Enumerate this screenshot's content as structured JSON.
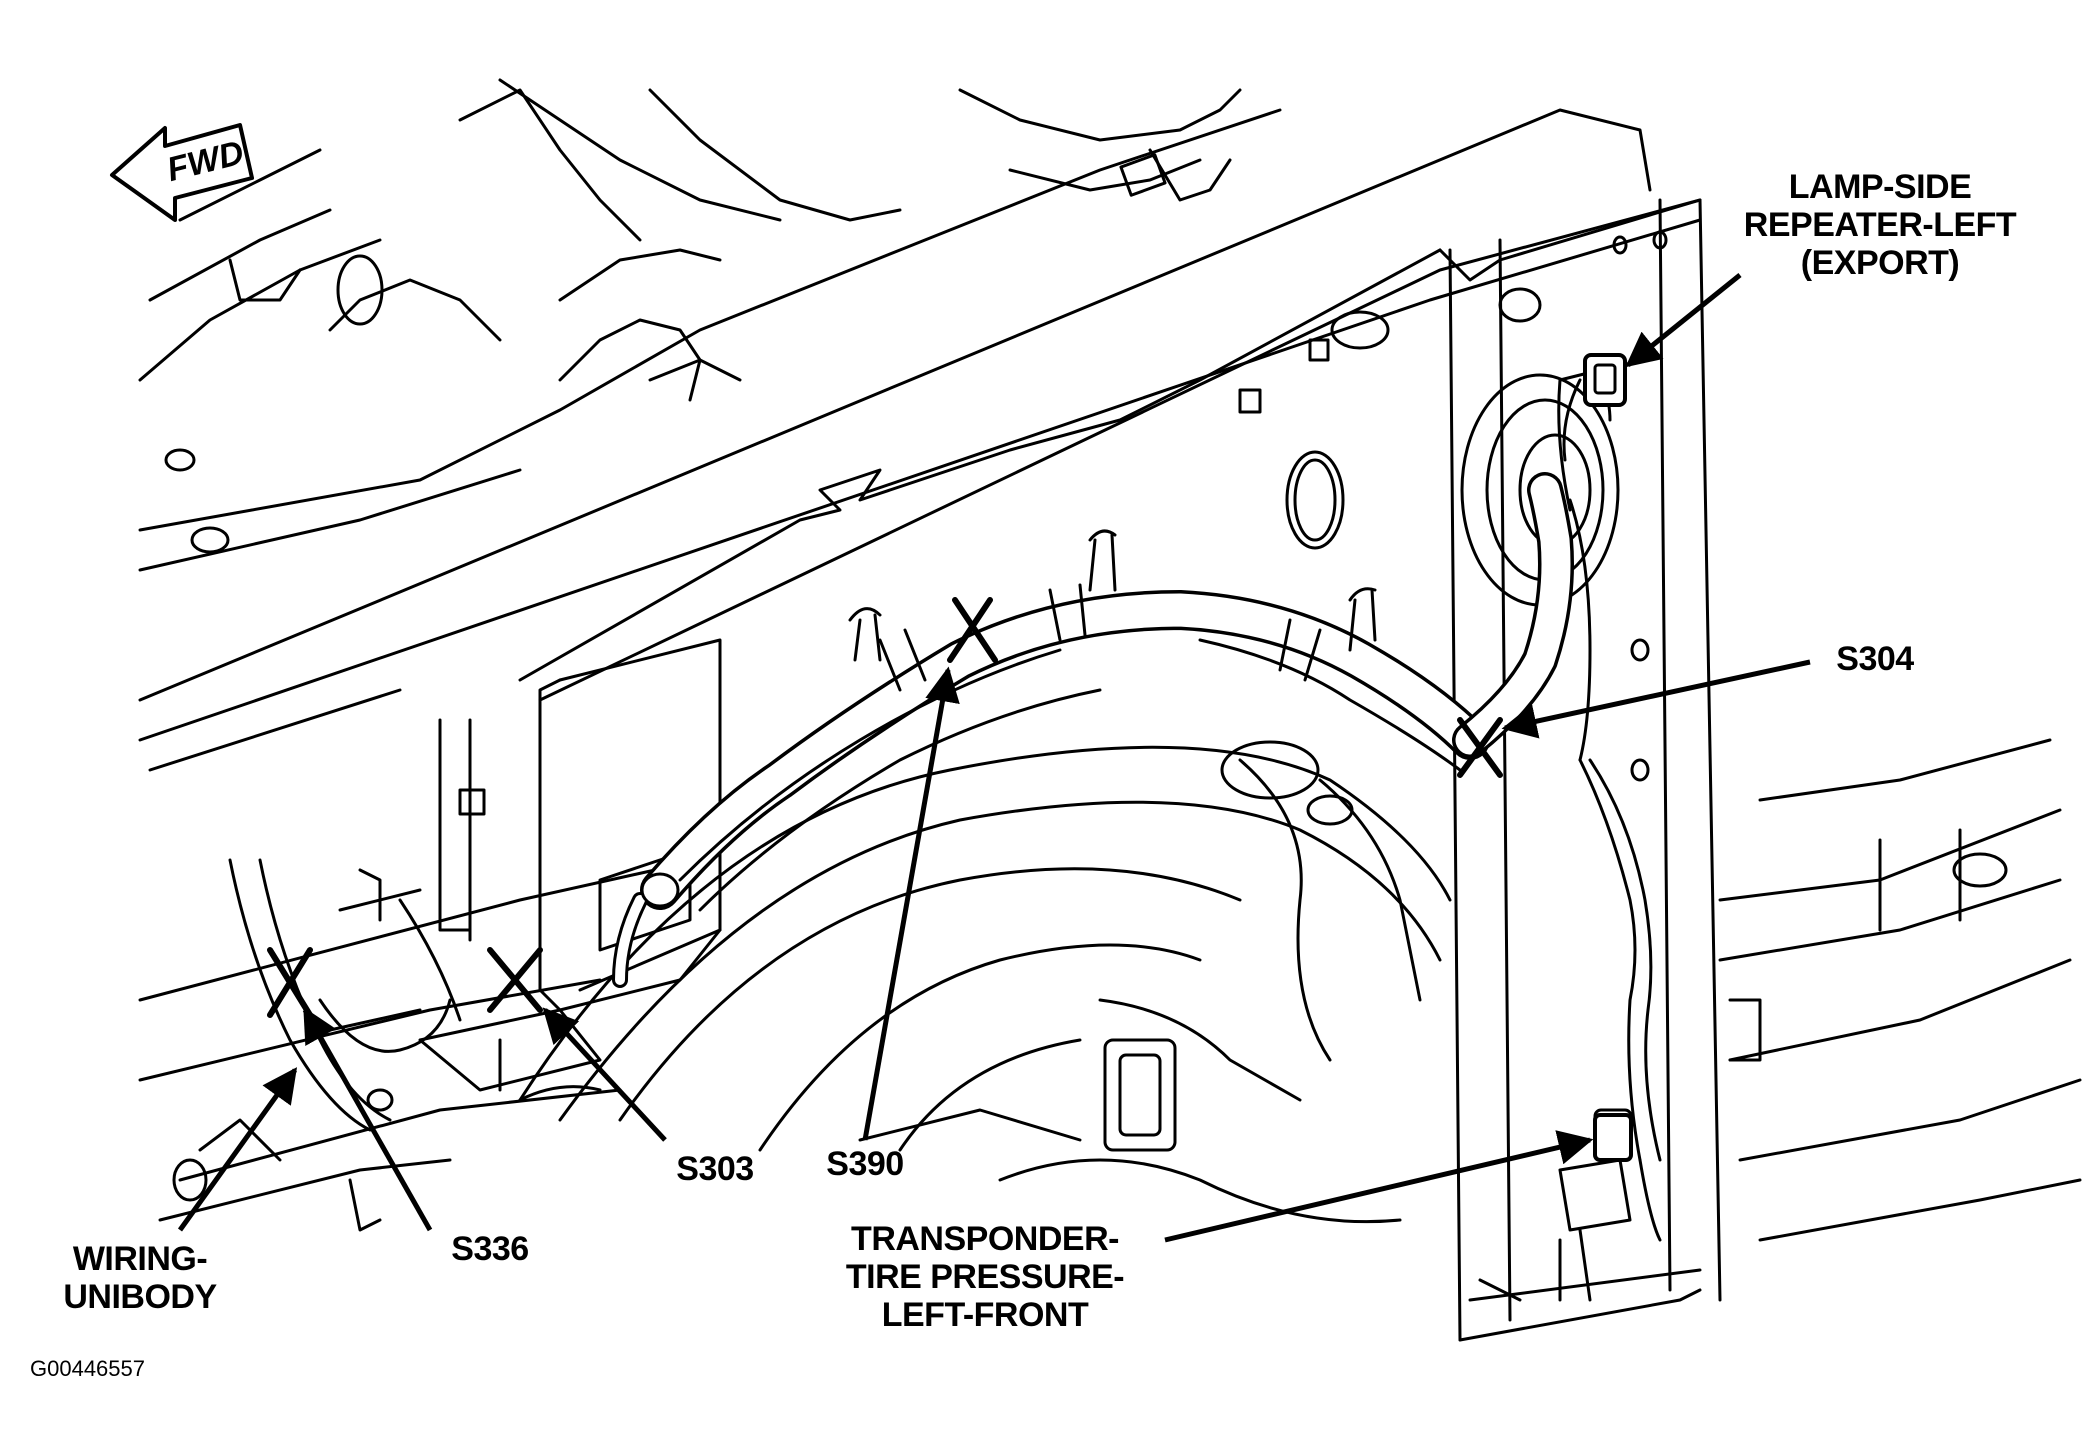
{
  "figure": {
    "fwd_label": "FWD",
    "callouts": {
      "lamp_side": "LAMP-SIDE\nREPEATER-LEFT\n(EXPORT)",
      "s304": "S304",
      "s390": "S390",
      "s303": "S303",
      "s336": "S336",
      "wiring_unibody": "WIRING-\nUNIBODY",
      "transponder": "TRANSPONDER-\nTIRE PRESSURE-\nLEFT-FRONT"
    },
    "figure_id": "G00446557"
  },
  "colors": {
    "line": "#000000",
    "background": "#ffffff"
  }
}
